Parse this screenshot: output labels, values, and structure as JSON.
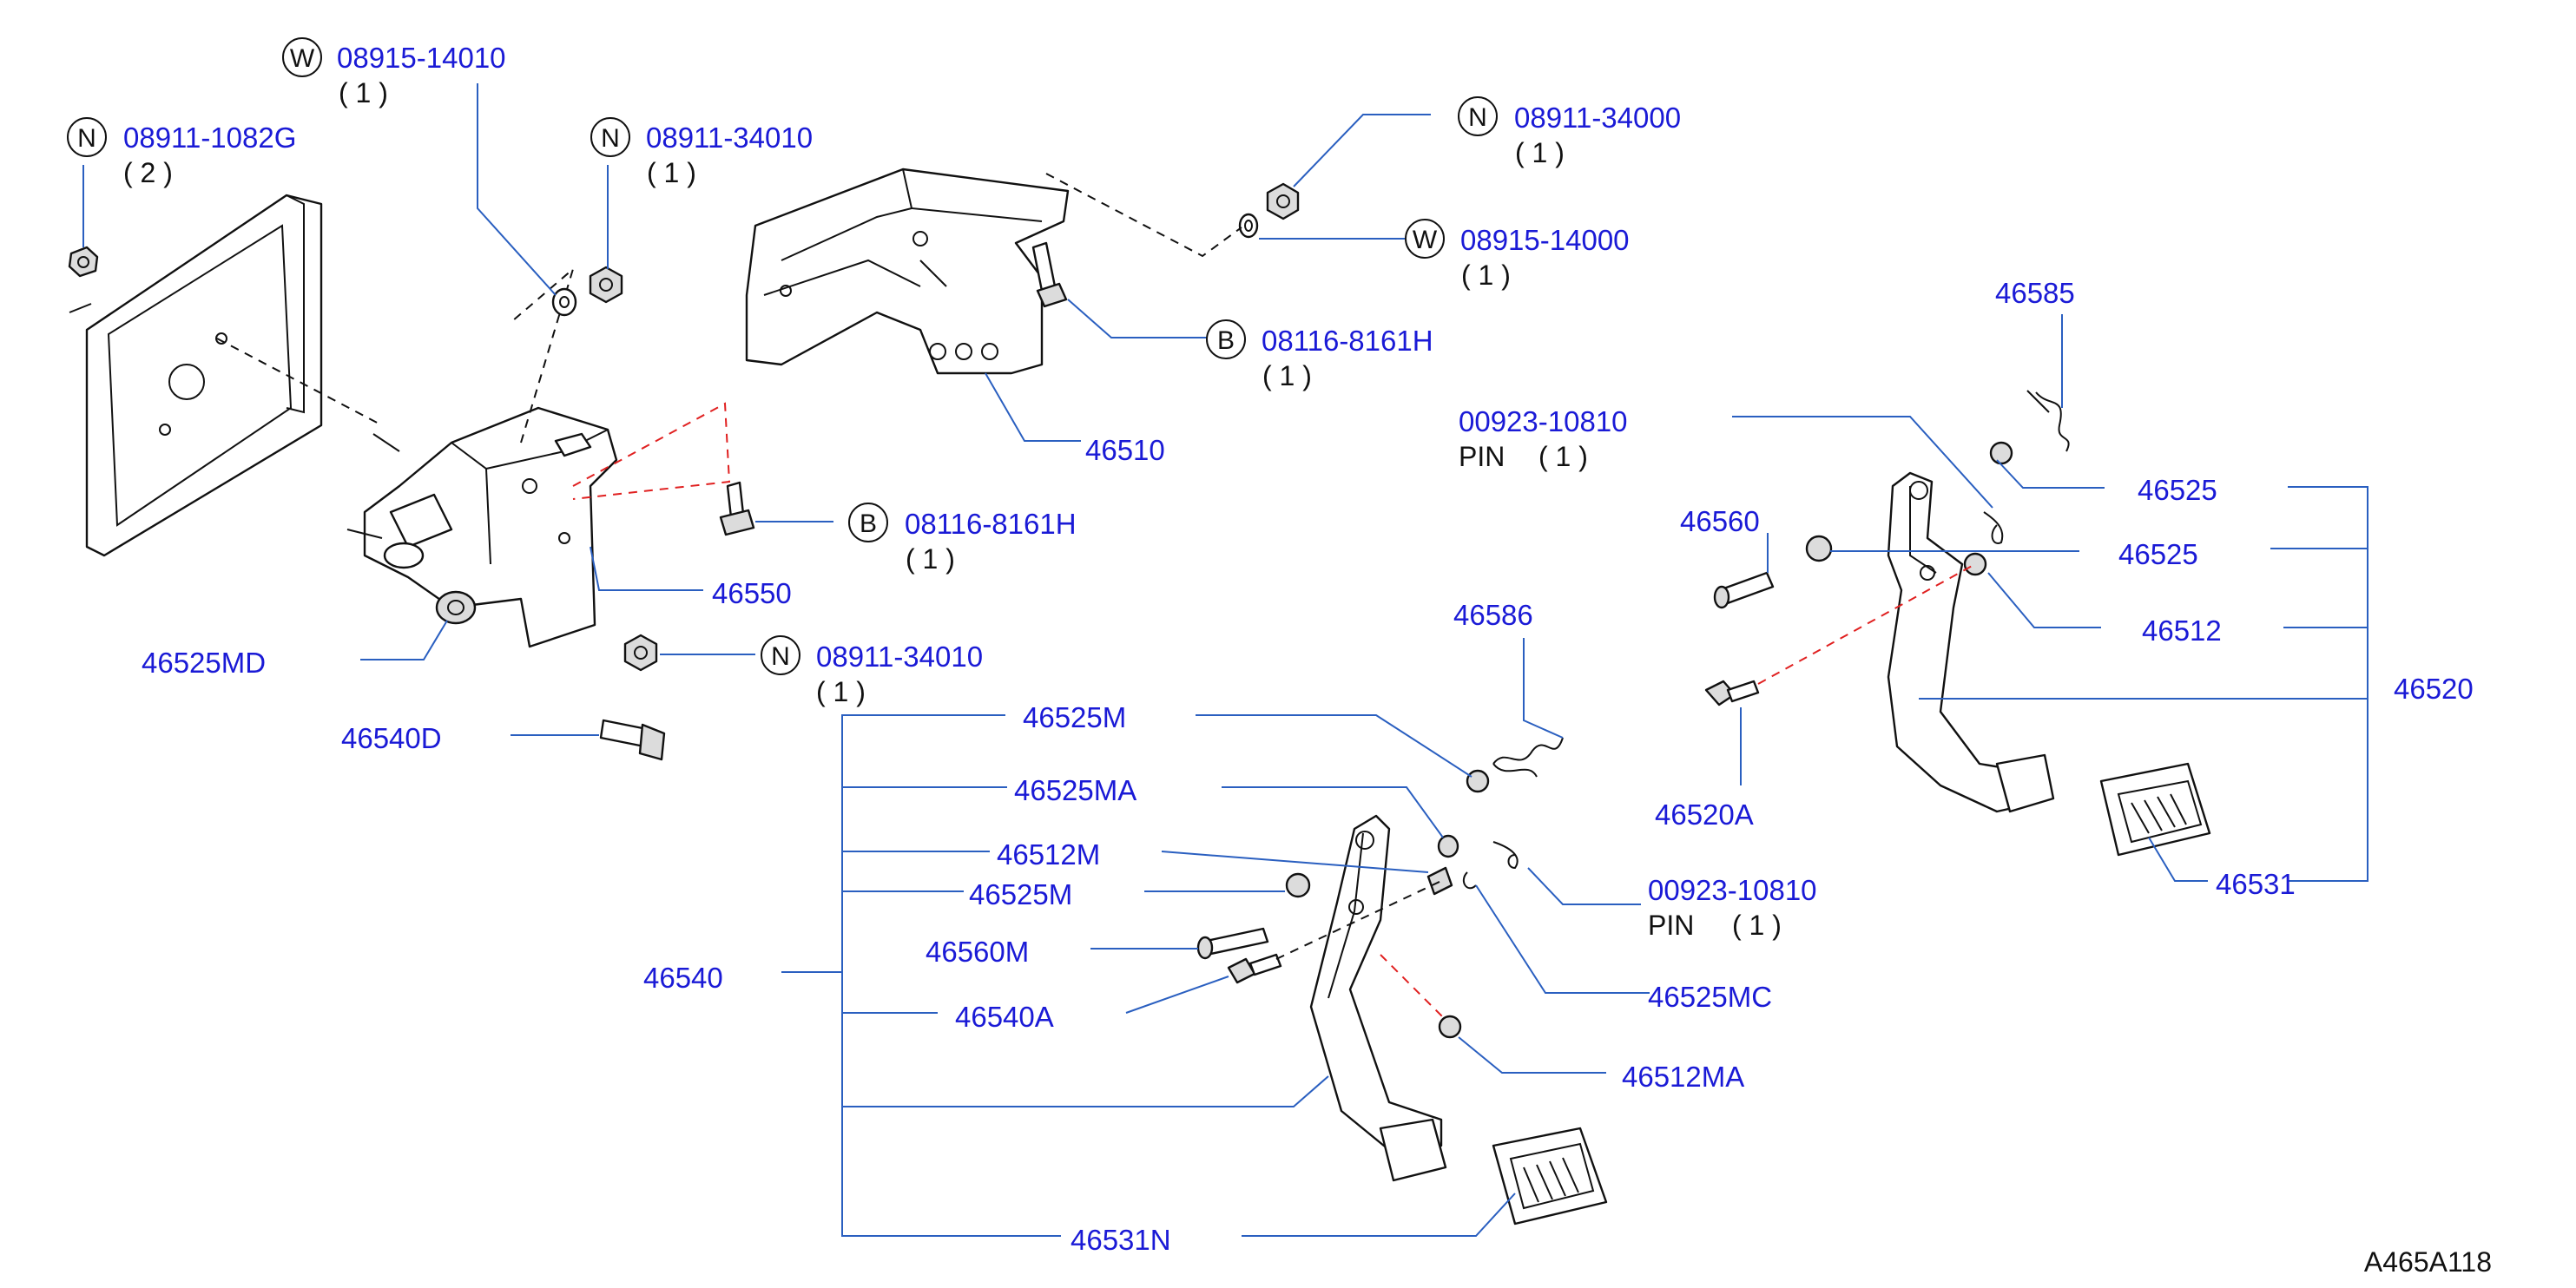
{
  "callouts": {
    "w_08915_14010": {
      "letter": "W",
      "part": "08915-14010",
      "qty": "( 1 )"
    },
    "n_08911_1082g": {
      "letter": "N",
      "part": "08911-1082G",
      "qty": "( 2 )"
    },
    "n_08911_34010_top": {
      "letter": "N",
      "part": "08911-34010",
      "qty": "( 1 )"
    },
    "n_08911_34000": {
      "letter": "N",
      "part": "08911-34000",
      "qty": "( 1 )"
    },
    "w_08915_14000": {
      "letter": "W",
      "part": "08915-14000",
      "qty": "( 1 )"
    },
    "b_08116_8161h_a": {
      "letter": "B",
      "part": "08116-8161H",
      "qty": "( 1 )"
    },
    "b_08116_8161h_b": {
      "letter": "B",
      "part": "08116-8161H",
      "qty": "( 1 )"
    },
    "n_08911_34010_mid": {
      "letter": "N",
      "part": "08911-34010",
      "qty": "( 1 )"
    }
  },
  "pins": {
    "pin_upper": {
      "part": "00923-10810",
      "label": "PIN",
      "qty": "( 1 )"
    },
    "pin_lower": {
      "part": "00923-10810",
      "label": "PIN",
      "qty": "( 1 )"
    }
  },
  "labels": {
    "p46510": "46510",
    "p46550": "46550",
    "p46525MD": "46525MD",
    "p46540D": "46540D",
    "p46585": "46585",
    "p46525_a": "46525",
    "p46525_b": "46525",
    "p46560": "46560",
    "p46512": "46512",
    "p46520": "46520",
    "p46520A": "46520A",
    "p46531": "46531",
    "p46586": "46586",
    "p46525M": "46525M",
    "p46525MA": "46525MA",
    "p46512M": "46512M",
    "p46525M_b": "46525M",
    "p46560M": "46560M",
    "p46540": "46540",
    "p46540A": "46540A",
    "p46525MC": "46525MC",
    "p46512MA": "46512MA",
    "p46531N": "46531N"
  },
  "catalog_code": "A465A118",
  "colors": {
    "label_blue": "#1a1ad6",
    "leader_blue": "#2a5fc0",
    "dash_red": "#e02020",
    "line_black": "#111111"
  }
}
